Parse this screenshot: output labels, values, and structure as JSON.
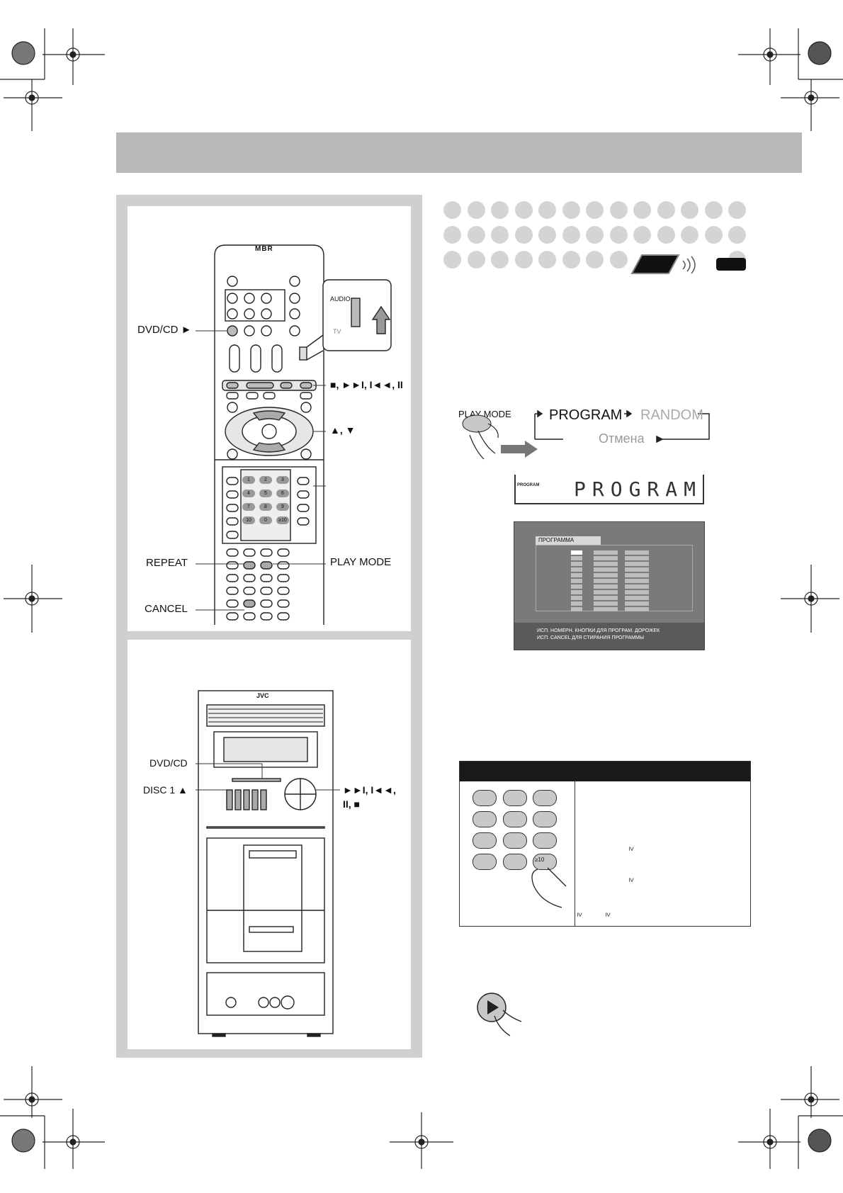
{
  "remote": {
    "brand_logo": "MBR",
    "switch_audio": "AUDIO",
    "switch_tv": "TV",
    "labels": {
      "dvdcd_play": "DVD/CD ►",
      "transport": "■, ►►I, I◄◄, II",
      "updown": "▲, ▼",
      "repeat": "REPEAT",
      "play_mode": "PLAY MODE",
      "cancel": "CANCEL"
    },
    "number_keys": [
      "1",
      "2",
      "3",
      "4",
      "5",
      "6",
      "7",
      "8",
      "9",
      "10",
      "0",
      "≥10"
    ]
  },
  "unit": {
    "brand_logo": "JVC",
    "labels": {
      "dvdcd": "DVD/CD",
      "disc1": "DISC 1 ▲",
      "transport_1": "►►I, I◄◄,",
      "transport_2": "II, ■"
    }
  },
  "play_mode_flow": {
    "button_label": "PLAY MODE",
    "program": "PROGRAM",
    "random": "RANDOM",
    "cancel": "Отмена"
  },
  "lcd": {
    "indicator": "PROGRAM",
    "text": "PROGRAM"
  },
  "osd": {
    "tab": "ПРОГРАММА",
    "line1": "ИСП. НОМЕРН. КНОПКИ ДЛЯ ПРОГРАМ. ДОРОЖЕК",
    "line2": "ИСП. CANCEL ДЛЯ СТИРАНИЯ ПРОГРАММЫ"
  },
  "keypad_table": {
    "key_label": "≥10",
    "symbols": [
      "≥",
      "≥",
      "≥",
      "≥"
    ]
  },
  "colors": {
    "header_band": "#b9b9b9",
    "panel": "#cfcfcf",
    "dot": "#d4d4d4",
    "key": "#c8c8c8"
  },
  "icons": [
    "registration-mark-icon",
    "play-button-icon",
    "finger-icon",
    "remote-signal-icon"
  ]
}
